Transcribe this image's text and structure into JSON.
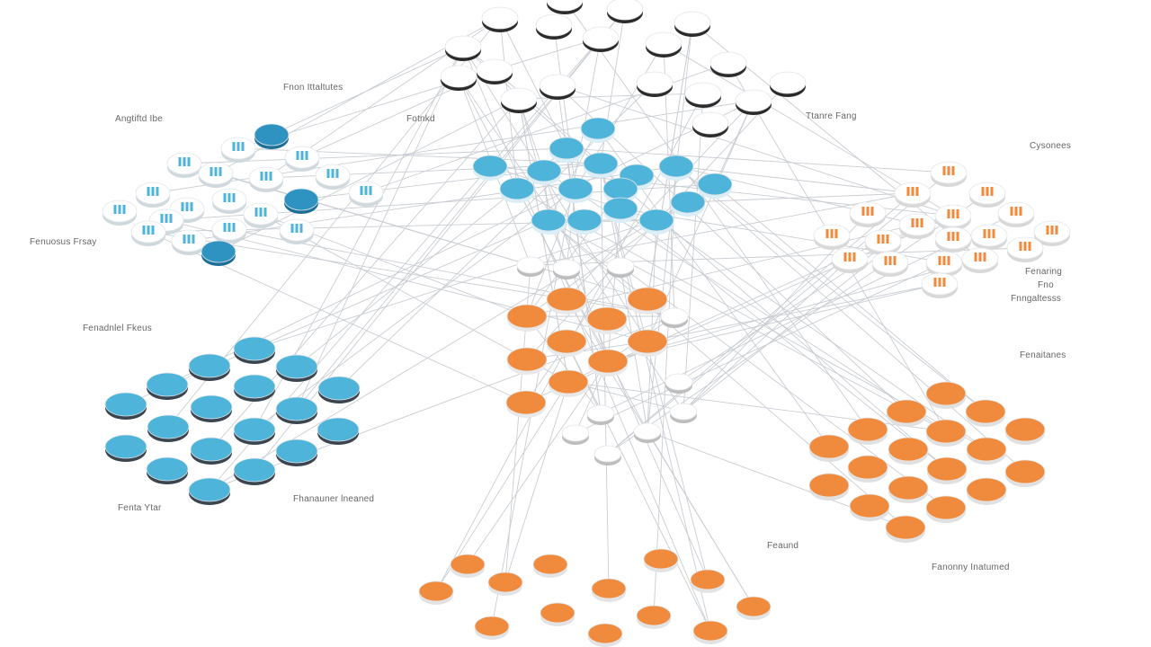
{
  "colors": {
    "blue": "#4fb4da",
    "blue_dark": "#2f93c2",
    "orange": "#f08a3c",
    "white_node": "#ffffff",
    "dark_rim": "#2b2b2b",
    "edge": "#c9cdd2",
    "label": "#666666"
  },
  "labels": [
    {
      "id": "lbl-a",
      "text": "Fnon Ittaltutes"
    },
    {
      "id": "lbl-b",
      "text": "Angtiftd Ibe"
    },
    {
      "id": "lbl-c",
      "text": "Fotnkd"
    },
    {
      "id": "lbl-d",
      "text": "Ttanre Fang"
    },
    {
      "id": "lbl-e",
      "text": "Cysonees"
    },
    {
      "id": "lbl-f",
      "text": "Fenuosus Frsay"
    },
    {
      "id": "lbl-g",
      "text": "Fenaring"
    },
    {
      "id": "lbl-h",
      "text": "Fno"
    },
    {
      "id": "lbl-i",
      "text": "Fnngaltesss"
    },
    {
      "id": "lbl-j",
      "text": "Fenadnlel Fkeus"
    },
    {
      "id": "lbl-k",
      "text": "Fenaitanes"
    },
    {
      "id": "lbl-l",
      "text": "Fenta Ytar"
    },
    {
      "id": "lbl-m",
      "text": "Fhanauner lneaned"
    },
    {
      "id": "lbl-n",
      "text": "Feaund"
    },
    {
      "id": "lbl-o",
      "text": "Fanonny Inatumed"
    }
  ],
  "clusters": [
    {
      "name": "top-white",
      "style": "white-dark-rim"
    },
    {
      "name": "upper-left",
      "style": "white-blue-icons"
    },
    {
      "name": "center-blue",
      "style": "blue-funnels"
    },
    {
      "name": "right-orange-icons",
      "style": "white-orange-icons"
    },
    {
      "name": "center-orange",
      "style": "orange-discs"
    },
    {
      "name": "lower-left-blue",
      "style": "blue-discs"
    },
    {
      "name": "lower-right-orange",
      "style": "orange-discs"
    },
    {
      "name": "bottom-orange",
      "style": "orange-cubes"
    }
  ]
}
